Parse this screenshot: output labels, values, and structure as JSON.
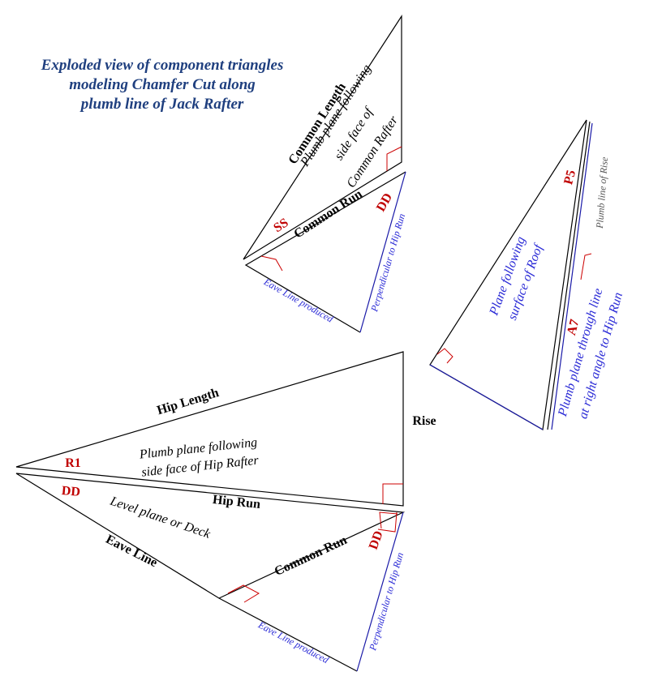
{
  "title_lines": [
    "Exploded view of component triangles",
    "modeling Chamfer Cut along",
    "plumb line of Jack Rafter"
  ],
  "common_rafter_triangle": {
    "common_length": "Common Length",
    "plumb_plane_lines": [
      "Plumb plane following",
      "side face of",
      "Common Rafter"
    ],
    "ss": "SS",
    "common_run": "Common Run"
  },
  "upper_level_triangle": {
    "dd": "DD",
    "perpendicular": "Perpendicular to Hip Run",
    "eave_line_produced": "Eave Line produced"
  },
  "roof_surface_triangle": {
    "p5": "P5",
    "plumb_line_of_rise": "Plumb line of Rise",
    "plane_lines": [
      "Plane following",
      "surface of Roof"
    ],
    "a7": "A7",
    "plumb_plane_lines": [
      "Plumb plane through line",
      "at right angle to Hip Run"
    ]
  },
  "hip_rafter_triangle": {
    "hip_length": "Hip Length",
    "rise": "Rise",
    "plumb_plane_lines": [
      "Plumb plane following",
      "side face of Hip Rafter"
    ],
    "r1": "R1"
  },
  "deck_triangle": {
    "dd": "DD",
    "level_plane_lines": [
      "Level plane or Deck"
    ],
    "hip_run": "Hip Run",
    "eave_line": "Eave Line",
    "common_run": "Common Run",
    "dd_right": "DD",
    "eave_line_produced": "Eave Line produced",
    "perpendicular": "Perpendicular to Hip Run"
  },
  "colors": {
    "title": "#1f3f7f",
    "label_red": "#c00000",
    "label_blue": "#2a2ad6",
    "line_blue": "#1a1aa8",
    "line_black": "#000000",
    "right_angle_red": "#cc0000"
  }
}
